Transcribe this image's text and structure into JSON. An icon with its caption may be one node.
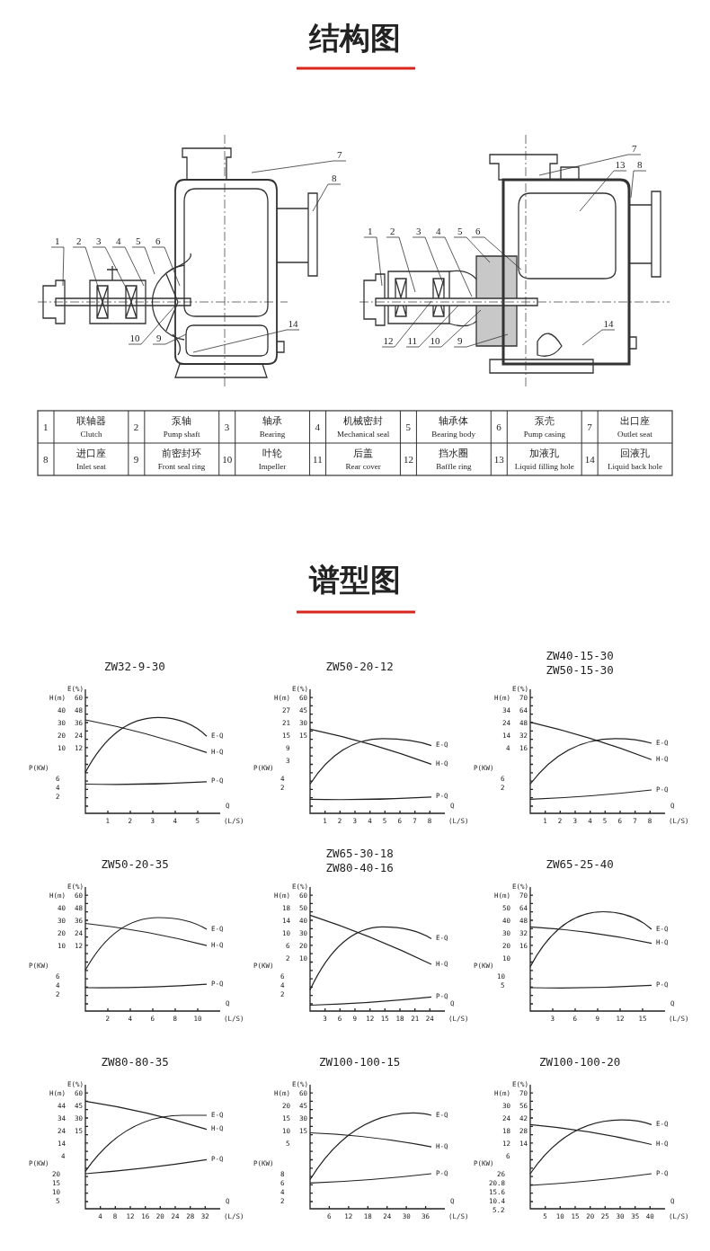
{
  "diagram": {
    "nodes": [
      {
        "text": [
          "7"
        ]
      },
      {
        "text": [
          "8"
        ]
      },
      {
        "text": [
          "1"
        ]
      },
      {
        "text": [
          "2"
        ]
      },
      {
        "text": [
          "3"
        ]
      },
      {
        "text": [
          "4"
        ]
      },
      {
        "text": [
          "5"
        ]
      },
      {
        "text": [
          "6"
        ]
      },
      {
        "text": [
          "14"
        ]
      },
      {
        "text": [
          "10"
        ]
      },
      {
        "text": [
          "9"
        ]
      },
      {
        "text": [
          "7"
        ]
      },
      {
        "text": [
          "13"
        ]
      },
      {
        "text": [
          "8"
        ]
      },
      {
        "text": [
          "1"
        ]
      },
      {
        "text": [
          "2"
        ]
      },
      {
        "text": [
          "3"
        ]
      },
      {
        "text": [
          "4"
        ]
      },
      {
        "text": [
          "5"
        ]
      },
      {
        "text": [
          "6"
        ]
      },
      {
        "text": [
          "14"
        ]
      },
      {
        "text": [
          "12"
        ]
      },
      {
        "text": [
          "11"
        ]
      },
      {
        "text": [
          "10"
        ]
      },
      {
        "text": [
          "9"
        ]
      }
    ],
    "edges": [
      {
        "from": 0,
        "to": null,
        "arrow": "none"
      },
      {
        "from": 1,
        "to": null,
        "arrow": "none"
      },
      {
        "from": 2,
        "to": null,
        "arrow": "none"
      },
      {
        "from": 3,
        "to": null,
        "arrow": "none"
      },
      {
        "from": 4,
        "to": null,
        "arrow": "none"
      },
      {
        "from": 5,
        "to": null,
        "arrow": "none"
      },
      {
        "from": 6,
        "to": null,
        "arrow": "none"
      },
      {
        "from": 7,
        "to": null,
        "arrow": "none"
      },
      {
        "from": 8,
        "to": null,
        "arrow": "none"
      },
      {
        "from": 9,
        "to": null,
        "arrow": "none"
      },
      {
        "from": 10,
        "to": null,
        "arrow": "none"
      },
      {
        "from": 11,
        "to": null,
        "arrow": "none"
      },
      {
        "from": 12,
        "to": null,
        "arrow": "none"
      },
      {
        "from": 13,
        "to": null,
        "arrow": "none"
      },
      {
        "from": 14,
        "to": null,
        "arrow": "none"
      },
      {
        "from": 15,
        "to": null,
        "arrow": "none"
      },
      {
        "from": 16,
        "to": null,
        "arrow": "none"
      },
      {
        "from": 17,
        "to": null,
        "arrow": "none"
      },
      {
        "from": 18,
        "to": null,
        "arrow": "none"
      },
      {
        "from": 19,
        "to": null,
        "arrow": "none"
      },
      {
        "from": 20,
        "to": null,
        "arrow": "none"
      },
      {
        "from": 21,
        "to": null,
        "arrow": "none"
      },
      {
        "from": 22,
        "to": null,
        "arrow": "none"
      },
      {
        "from": 23,
        "to": null,
        "arrow": "none"
      },
      {
        "from": 24,
        "to": null,
        "arrow": "none"
      }
    ],
    "labels": [
      "结构图",
      "1",
      "联轴器",
      "Clutch",
      "2",
      "泵轴",
      "Pump shaft",
      "3",
      "轴承",
      "Bearing",
      "4",
      "机械密封",
      "Mechanical seal",
      "5",
      "轴承体",
      "Bearing body",
      "6",
      "泵壳",
      "Pump casing",
      "7",
      "出口座",
      "Outlet seat",
      "8",
      "进口座",
      "Inlet seat",
      "9",
      "前密封环",
      "Front seal ring",
      "10",
      "叶轮",
      "Impeller",
      "11",
      "后盖",
      "Rear cover",
      "12",
      "挡水圈",
      "Baffle ring",
      "13",
      "加液孔",
      "Liquid filling hole",
      "14",
      "回液孔",
      "Liquid back hole",
      "谱型图",
      "ZW32-9-30",
      "E(%)",
      "60",
      "48",
      "36",
      "24",
      "12",
      "H(m)",
      "40",
      "30",
      "20",
      "10",
      "P(KW)",
      "6",
      "4",
      "2",
      "Q",
      "1",
      "2",
      "3",
      "4",
      "5",
      "(L/S)",
      "E-Q",
      "H-Q",
      "P-Q",
      "ZW50-20-12",
      "E(%)",
      "60",
      "45",
      "30",
      "15",
      "H(m)",
      "27",
      "21",
      "15",
      "9",
      "3",
      "P(KW)",
      "4",
      "2",
      "Q",
      "1",
      "2",
      "3",
      "4",
      "5",
      "6",
      "7",
      "8",
      "(L/S)",
      "E-Q",
      "H-Q",
      "P-Q",
      "ZW40-15-30",
      "ZW50-15-30",
      "E(%)",
      "70",
      "64",
      "48",
      "32",
      "16",
      "H(m)",
      "34",
      "24",
      "14",
      "4",
      "P(KW)",
      "6",
      "2",
      "Q",
      "1",
      "2",
      "3",
      "4",
      "5",
      "6",
      "7",
      "8",
      "(L/S)",
      "E-Q",
      "H-Q",
      "P-Q",
      "ZW50-20-35",
      "E(%)",
      "60",
      "48",
      "36",
      "24",
      "12",
      "H(m)",
      "40",
      "30",
      "20",
      "10",
      "P(KW)",
      "6",
      "4",
      "2",
      "Q",
      "2",
      "4",
      "6",
      "8",
      "10",
      "(L/S)",
      "E-Q",
      "H-Q",
      "P-Q",
      "ZW65-30-18",
      "ZW80-40-16",
      "E(%)",
      "60",
      "50",
      "40",
      "30",
      "20",
      "10",
      "H(m)",
      "18",
      "14",
      "10",
      "6",
      "2",
      "P(KW)",
      "6",
      "4",
      "2",
      "Q",
      "3",
      "6",
      "9",
      "12",
      "15",
      "18",
      "21",
      "24",
      "(L/S)",
      "E-Q",
      "H-Q",
      "P-Q",
      "ZW65-25-40",
      "E(%)",
      "70",
      "64",
      "48",
      "32",
      "16",
      "H(m)",
      "50",
      "40",
      "30",
      "20",
      "10",
      "P(KW)",
      "10",
      "5",
      "Q",
      "3",
      "6",
      "9",
      "12",
      "15",
      "(L/S)",
      "E-Q",
      "H-Q",
      "P-Q",
      "ZW80-80-35",
      "E(%)",
      "60",
      "45",
      "30",
      "15",
      "H(m)",
      "44",
      "34",
      "24",
      "14",
      "4",
      "P(KW)",
      "20",
      "15",
      "10",
      "5",
      "Q",
      "4",
      "8",
      "12",
      "16",
      "20",
      "24",
      "28",
      "32",
      "(L/S)",
      "E-Q",
      "H-Q",
      "P-Q",
      "ZW100-100-15",
      "E(%)",
      "60",
      "45",
      "30",
      "15",
      "H(m)",
      "20",
      "15",
      "10",
      "5",
      "P(KW)",
      "8",
      "6",
      "4",
      "2",
      "Q",
      "6",
      "12",
      "18",
      "24",
      "30",
      "36",
      "(L/S)",
      "E-Q",
      "H-Q",
      "P-Q",
      "ZW100-100-20",
      "E(%)",
      "70",
      "56",
      "42",
      "28",
      "14",
      "H(m)",
      "30",
      "24",
      "18",
      "12",
      "6",
      "P(KW)",
      "26",
      "20.8",
      "15.6",
      "10.4",
      "5.2",
      "Q",
      "5",
      "10",
      "15",
      "20",
      "25",
      "30",
      "35",
      "40",
      "(L/S)",
      "E-Q",
      "H-Q",
      "P-Q"
    ]
  }
}
